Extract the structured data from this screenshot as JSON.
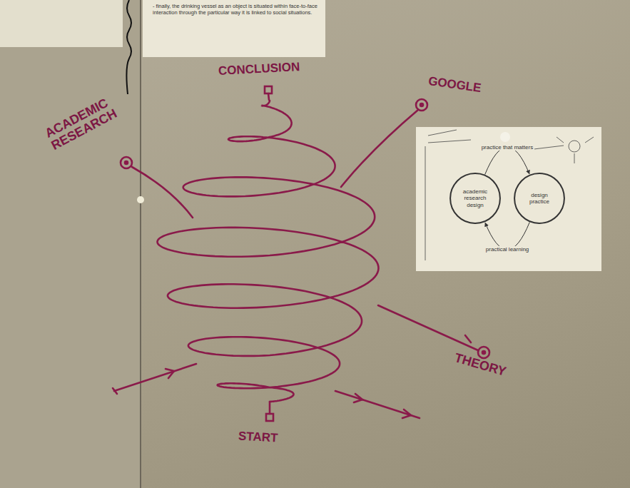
{
  "diagram": {
    "nodes": [
      {
        "text": [
          "academic research design"
        ]
      },
      {
        "text": [
          "design practice"
        ]
      }
    ],
    "edges": [
      {
        "from": 0,
        "to": 1,
        "arrow": "to",
        "label": "practice that matters"
      },
      {
        "from": 1,
        "to": 0,
        "arrow": "to",
        "label": "practical learning"
      }
    ],
    "labels": [
      "CONCLUSION",
      "GOOGLE",
      "ACADEMIC RESEARCH",
      "THEORY",
      "START",
      "- finally, the drinking vessel as an object is situated within face-to-face interaction through the particular way it is linked to social situations."
    ]
  }
}
